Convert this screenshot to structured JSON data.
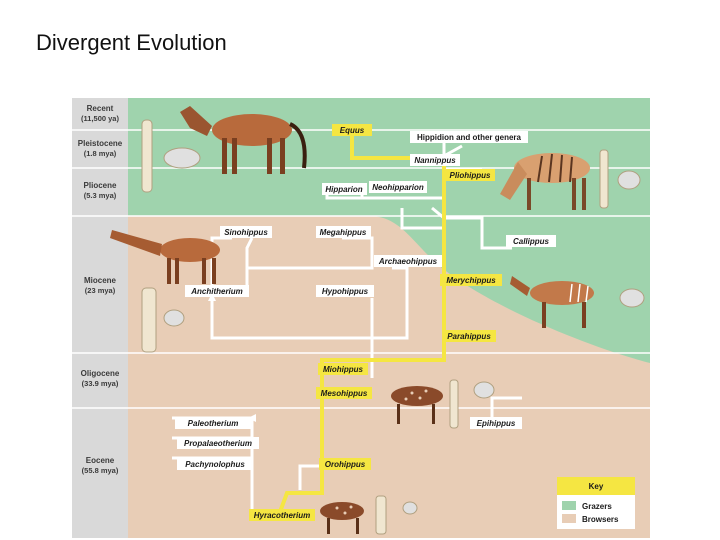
{
  "slide": {
    "title": "Divergent Evolution"
  },
  "colors": {
    "grazers": "#9fd3ad",
    "browsers": "#e8cdb6",
    "lineage": "#f5e642",
    "branch": "#ffffff",
    "timeline_bg": "#d9d9d9"
  },
  "timeline": [
    {
      "epoch": "Recent",
      "age": "(11,500 ya)"
    },
    {
      "epoch": "Pleistocene",
      "age": "(1.8 mya)"
    },
    {
      "epoch": "Pliocene",
      "age": "(5.3 mya)"
    },
    {
      "epoch": "Miocene",
      "age": "(23 mya)"
    },
    {
      "epoch": "Oligocene",
      "age": "(33.9 mya)"
    },
    {
      "epoch": "Eocene",
      "age": "(55.8 mya)"
    }
  ],
  "genera": {
    "equus": "Equus",
    "hippidion": "Hippidion and other genera",
    "nannippus": "Nannippus",
    "pliohippus": "Pliohippus",
    "hipparion": "Hipparion",
    "neohipparion": "Neohipparion",
    "sinohippus": "Sinohippus",
    "megahippus": "Megahippus",
    "callippus": "Callippus",
    "archaeohippus": "Archaeohippus",
    "merychippus": "Merychippus",
    "anchitherium": "Anchitherium",
    "hypohippus": "Hypohippus",
    "parahippus": "Parahippus",
    "miohippus": "Miohippus",
    "mesohippus": "Mesohippus",
    "paleotherium": "Paleotherium",
    "epihippus": "Epihippus",
    "propalaeotherium": "Propalaeotherium",
    "pachynolophus": "Pachynolophus",
    "orohippus": "Orohippus",
    "hyracotherium": "Hyracotherium"
  },
  "key": {
    "title": "Key",
    "grazers": "Grazers",
    "browsers": "Browsers"
  }
}
